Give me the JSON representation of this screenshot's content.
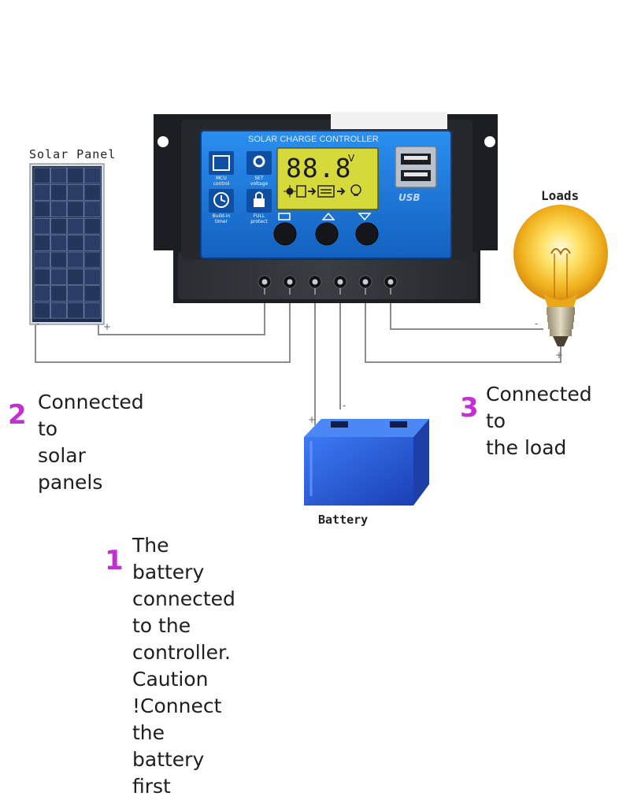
{
  "colors": {
    "accent_number": "#c42fd4",
    "controller_body": "#1e2125",
    "controller_face": "#1b78d8",
    "lcd": "#d6d93a",
    "battery": "#2f5fe0",
    "wire": "#8c8c8c"
  },
  "labels": {
    "solar_panel": "Solar Panel",
    "loads": "Loads",
    "battery": "Battery"
  },
  "controller": {
    "title": "SOLAR CHARGE CONTROLLER",
    "lcd_reading": "88.8",
    "lcd_unit": "V",
    "usb_label": "USB",
    "features": [
      {
        "icon": "chip-icon",
        "line1": "MCU",
        "line2": "control"
      },
      {
        "icon": "gear-icon",
        "line1": "SET",
        "line2": "voltage"
      },
      {
        "icon": "clock-icon",
        "line1": "Build-in",
        "line2": "timer"
      },
      {
        "icon": "lock-icon",
        "line1": "FULL",
        "line2": "protect"
      }
    ],
    "buttons": [
      "menu-button",
      "up-button",
      "down-button"
    ]
  },
  "terminal_marks": {
    "panel_minus": "-",
    "panel_plus": "+",
    "battery_plus": "+",
    "battery_minus": "-",
    "load_minus": "-",
    "load_plus": "+"
  },
  "steps": [
    {
      "number": "2",
      "line1": "Connected to",
      "line2": "solar panels"
    },
    {
      "number": "3",
      "line1": "Connected to",
      "line2": "the load"
    },
    {
      "number": "1",
      "line1": "The battery connected to the controller.",
      "line2": "Caution !Connect the battery first"
    }
  ]
}
